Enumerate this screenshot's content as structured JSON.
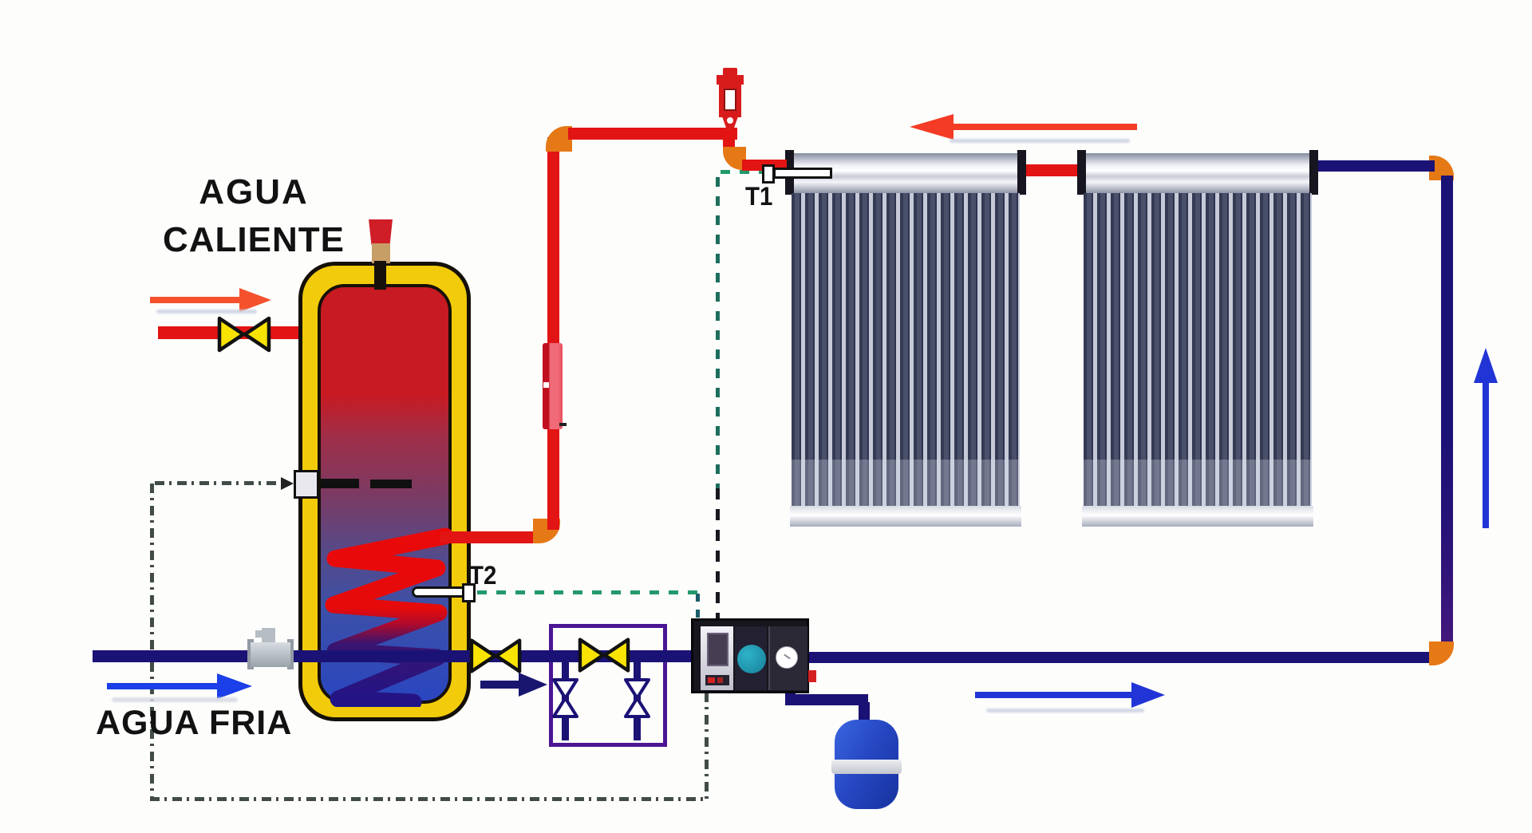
{
  "title": "Solar thermal water heating system diagram",
  "labels": {
    "hot_water_line1": "AGUA",
    "hot_water_line2": "CALIENTE",
    "cold_water": "AGUA FRIA",
    "sensor_t1": "T1",
    "sensor_t2": "T2"
  },
  "colors": {
    "hot-pipe": "#e21414",
    "cold-pipe": "#1b1276",
    "elbow": "#e57916",
    "tank-shell": "#f2cb0a",
    "valve-yellow": "#f8e303",
    "outline": "#141414",
    "hot-arrow": "#f4512c",
    "red-arrow": "#f43b25",
    "blue-arrow": "#2135d6",
    "navy-arrow": "#191670",
    "wire-green": "#23996b",
    "wire-teal": "#1b5e68",
    "wire-dark": "#191820",
    "loop-wire": "#414c47",
    "pump-teal": "#1795ac",
    "vessel-blue": "#2748c4",
    "purple-box": "#4a1694"
  }
}
